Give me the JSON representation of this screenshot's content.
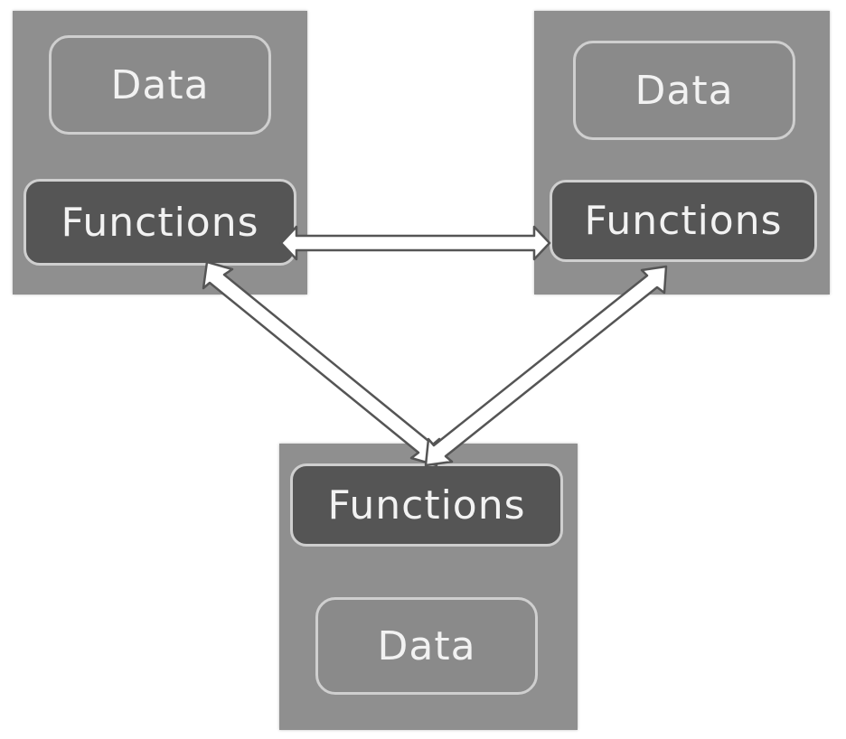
{
  "objects": {
    "top_left": {
      "data_label": "Data",
      "functions_label": "Functions"
    },
    "top_right": {
      "data_label": "Data",
      "functions_label": "Functions"
    },
    "bottom": {
      "functions_label": "Functions",
      "data_label": "Data"
    }
  },
  "colors": {
    "object_fill": "#8f8f8f",
    "data_fill": "#8a8a8a",
    "functions_fill": "#555555",
    "pill_border": "#cfcfcf",
    "arrow_fill": "#ffffff",
    "arrow_stroke": "#555555"
  }
}
